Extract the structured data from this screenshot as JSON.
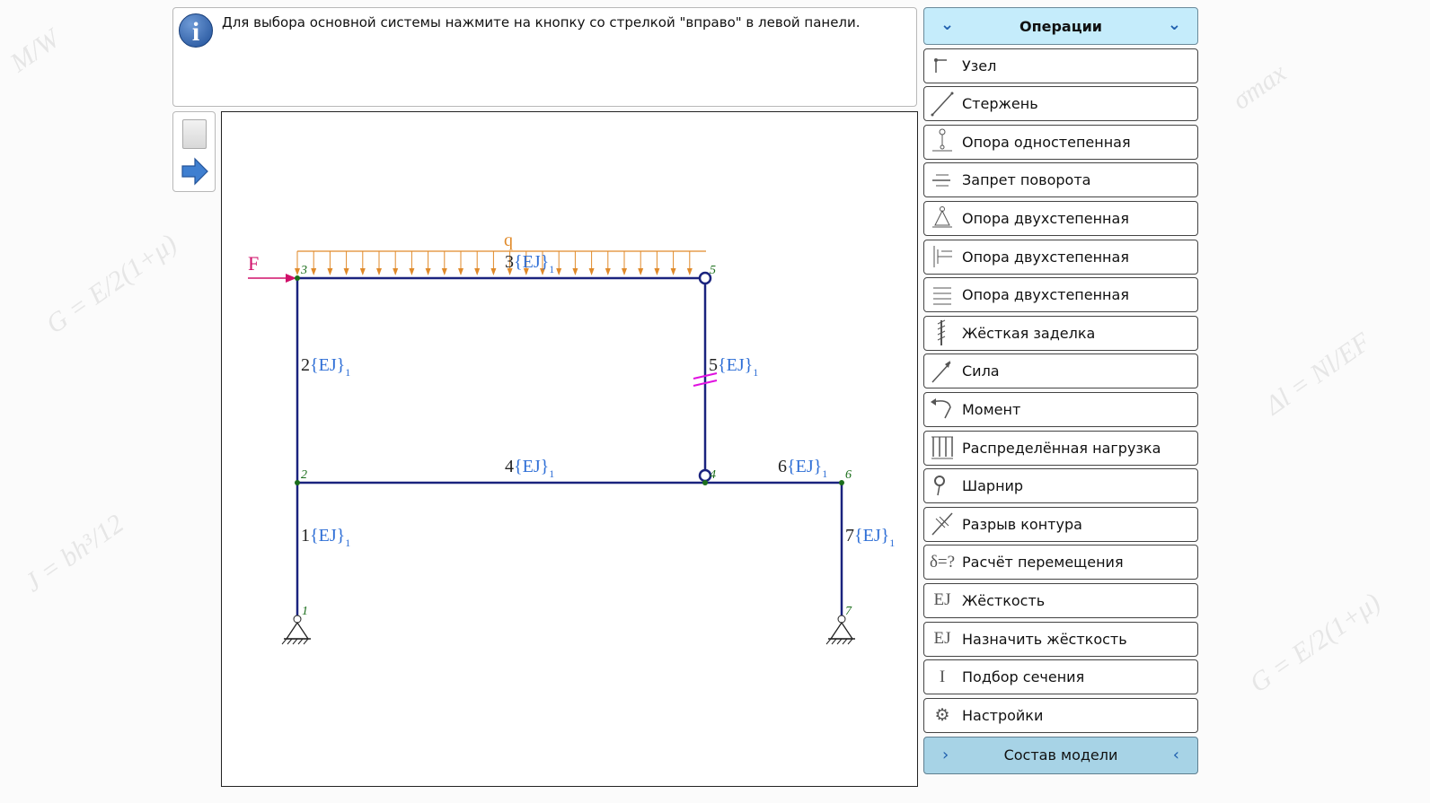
{
  "info": {
    "message": "Для выбора основной системы нажмите на кнопку со стрелкой \"вправо\" в левой панели."
  },
  "left_toolbar": {
    "new_label": "new-document",
    "next_label": "next-arrow"
  },
  "diagram": {
    "colors": {
      "member": "#1a237e",
      "node": "#1b6e1b",
      "load": "#e08a2a",
      "force": "#d0106a",
      "ej": "#2f6fd6",
      "cut": "#e010e0"
    },
    "load_label": "q",
    "force_label": "F",
    "nodes": [
      {
        "id": "1"
      },
      {
        "id": "2"
      },
      {
        "id": "3"
      },
      {
        "id": "4"
      },
      {
        "id": "5"
      },
      {
        "id": "6"
      },
      {
        "id": "7"
      }
    ],
    "members": [
      {
        "num": "1",
        "ej": "{EJ}",
        "sub": "1"
      },
      {
        "num": "2",
        "ej": "{EJ}",
        "sub": "1"
      },
      {
        "num": "3",
        "ej": "{EJ}",
        "sub": "1"
      },
      {
        "num": "4",
        "ej": "{EJ}",
        "sub": "1"
      },
      {
        "num": "5",
        "ej": "{EJ}",
        "sub": "1"
      },
      {
        "num": "6",
        "ej": "{EJ}",
        "sub": "1"
      },
      {
        "num": "7",
        "ej": "{EJ}",
        "sub": "1"
      }
    ]
  },
  "panel": {
    "header": "Операции",
    "footer": "Состав модели",
    "items": [
      {
        "label": "Узел",
        "icon": "node-icon"
      },
      {
        "label": "Стержень",
        "icon": "rod-icon"
      },
      {
        "label": "Опора одностепенная",
        "icon": "single-support-icon"
      },
      {
        "label": "Запрет поворота",
        "icon": "rotation-lock-icon"
      },
      {
        "label": "Опора двухстепенная",
        "icon": "pin-support-icon"
      },
      {
        "label": "Опора двухстепенная",
        "icon": "slider-support-icon"
      },
      {
        "label": "Опора двухстепенная",
        "icon": "sliding-clamp-icon"
      },
      {
        "label": "Жёсткая заделка",
        "icon": "fixed-support-icon"
      },
      {
        "label": "Сила",
        "icon": "force-icon"
      },
      {
        "label": "Момент",
        "icon": "moment-icon"
      },
      {
        "label": "Распределённая нагрузка",
        "icon": "distributed-load-icon"
      },
      {
        "label": "Шарнир",
        "icon": "hinge-icon"
      },
      {
        "label": "Разрыв контура",
        "icon": "contour-break-icon"
      },
      {
        "label": "Расчёт перемещения",
        "icon": "displacement-icon",
        "glyph": "δ=?"
      },
      {
        "label": "Жёсткость",
        "icon": "stiffness-icon",
        "glyph": "EJ"
      },
      {
        "label": "Назначить жёсткость",
        "icon": "assign-stiffness-icon",
        "glyph": "EJ"
      },
      {
        "label": "Подбор сечения",
        "icon": "section-icon",
        "glyph": "I"
      },
      {
        "label": "Настройки",
        "icon": "gear-icon",
        "glyph": "⚙"
      }
    ]
  }
}
